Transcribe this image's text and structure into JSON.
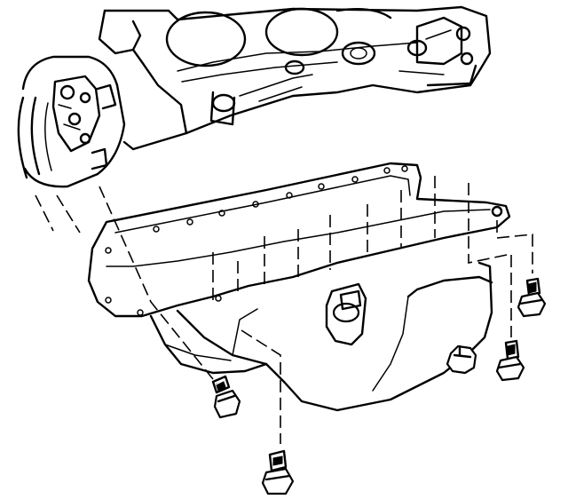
{
  "diagram": {
    "subject": "oil-pan-installation",
    "line_color": "#000000",
    "background": "#ffffff",
    "parts": [
      "engine-block",
      "harmonic-balancer",
      "oil-pan",
      "oil-pan-gasket-rail",
      "drain-plug",
      "oil-pump-pickup",
      "oil-pan-bolt",
      "oil-pan-stud-nut"
    ]
  }
}
